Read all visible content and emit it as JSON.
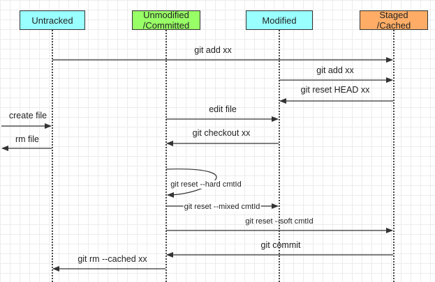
{
  "lanes": [
    {
      "id": "untracked",
      "label": "Untracked",
      "color": "#99ffff"
    },
    {
      "id": "unmodified",
      "label": "Unmodified\n/Committed",
      "color": "#99ff66"
    },
    {
      "id": "modified",
      "label": "Modified",
      "color": "#99ffff"
    },
    {
      "id": "staged",
      "label": "Staged\n/Cached",
      "color": "#ffad66"
    }
  ],
  "messages": [
    {
      "label": "git add xx",
      "from": "untracked",
      "to": "staged"
    },
    {
      "label": "git add xx",
      "from": "modified",
      "to": "staged"
    },
    {
      "label": "git reset HEAD xx",
      "from": "staged",
      "to": "modified"
    },
    {
      "label": "edit file",
      "from": "unmodified",
      "to": "modified"
    },
    {
      "label": "create file",
      "from": "outside",
      "to": "untracked"
    },
    {
      "label": "git checkout xx",
      "from": "modified",
      "to": "unmodified"
    },
    {
      "label": "rm file",
      "from": "untracked",
      "to": "outside"
    },
    {
      "label": "git reset --hard cmtId",
      "from": "unmodified",
      "to": "unmodified"
    },
    {
      "label": "git reset --mixed cmtId",
      "from": "unmodified",
      "to": "modified"
    },
    {
      "label": "git reset --soft cmtId",
      "from": "unmodified",
      "to": "staged"
    },
    {
      "label": "git commit",
      "from": "staged",
      "to": "unmodified"
    },
    {
      "label": "git rm --cached xx",
      "from": "unmodified",
      "to": "untracked"
    }
  ],
  "colors": {
    "line": "#333333"
  }
}
